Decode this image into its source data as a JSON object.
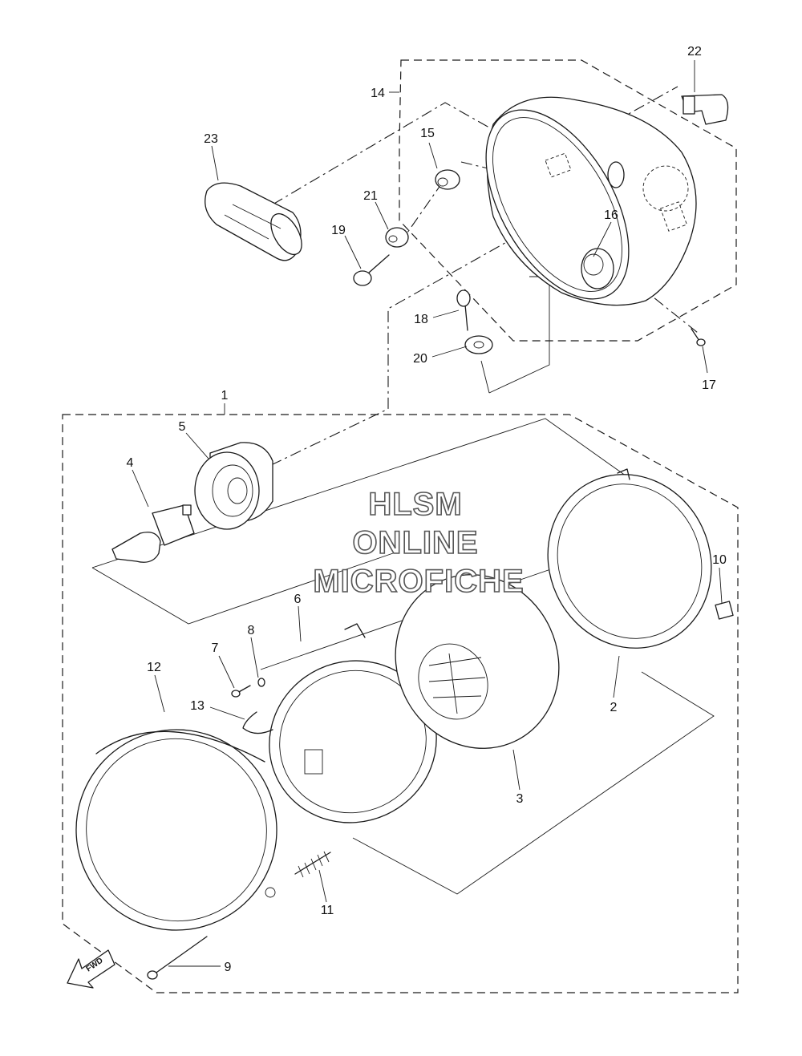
{
  "watermark": {
    "line1": "HLSM",
    "line2": "ONLINE",
    "line3": "MICROFICHE"
  },
  "fwd_arrow": {
    "text": "FWD",
    "icon": "fwd-arrow-icon"
  },
  "callouts": {
    "c1": "1",
    "c2": "2",
    "c3": "3",
    "c4": "4",
    "c5": "5",
    "c6": "6",
    "c7": "7",
    "c8": "8",
    "c9": "9",
    "c10": "10",
    "c11": "11",
    "c12": "12",
    "c13": "13",
    "c14": "14",
    "c15": "15",
    "c16": "16",
    "c17": "17",
    "c18": "18",
    "c19": "19",
    "c20": "20",
    "c21": "21",
    "c22": "22",
    "c23": "23"
  }
}
